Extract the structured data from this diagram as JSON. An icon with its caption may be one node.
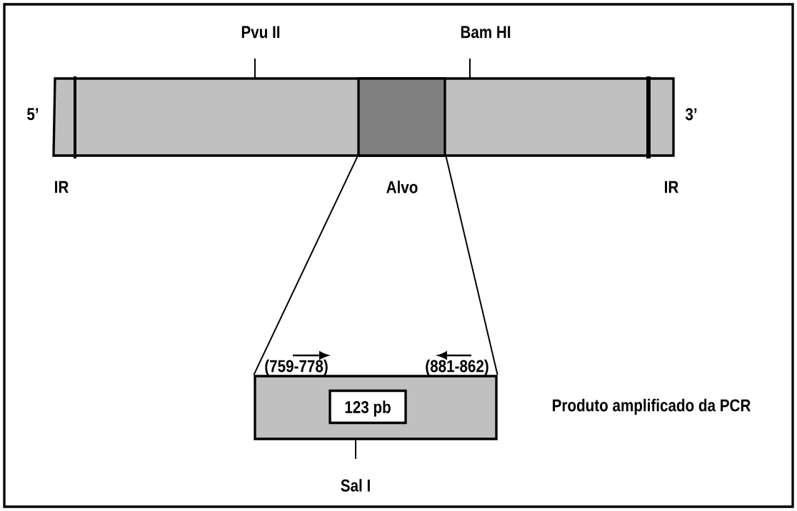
{
  "diagram": {
    "nodes": [
      {
        "text": [],
        "shape": "box",
        "beside": [
          "Alvo"
        ]
      },
      {
        "text": [],
        "shape": "box",
        "beside": [
          "Produto amplificado da PCR"
        ]
      },
      {
        "text": [
          "123 pb"
        ],
        "in": 1
      }
    ],
    "edges": [
      {
        "from": 0,
        "to": 1,
        "arrow": "none"
      },
      {
        "from": 0,
        "to": 1,
        "arrow": "none"
      }
    ],
    "labels": [
      "Pvu II",
      "Bam HI",
      "5’",
      "3’",
      "IR",
      "IR",
      "(759-778)",
      "(881-862)",
      "Sal I"
    ]
  }
}
